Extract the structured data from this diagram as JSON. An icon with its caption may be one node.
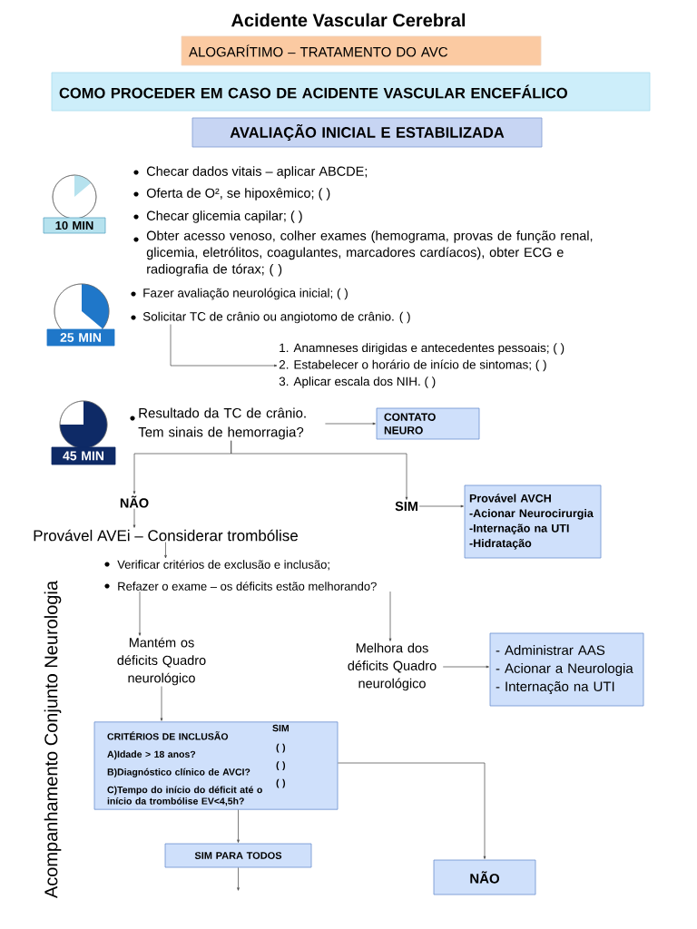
{
  "diagram": {
    "title": "Acidente Vascular Cerebral",
    "nodes": [
      {
        "text": [
          "ALOGARÍTIMO  – TRATAMENTO DO AVC"
        ]
      },
      {
        "text": [
          "COMO PROCEDER EM CASO DE ACIDENTE VASCULAR ENCEFÁLICO"
        ]
      },
      {
        "text": [
          "AVALIAÇÃO INICIAL E ESTABILIZADA"
        ]
      },
      {
        "text": [
          "10 MIN"
        ]
      },
      {
        "text": [
          "25 MIN"
        ]
      },
      {
        "text": [
          "45 MIN"
        ]
      },
      {
        "text": [
          "Solicitar TC de crânio ou angiotomo de crânio. (   )"
        ]
      },
      {
        "text": [
          "1. Anamneses dirigidas e antecedentes pessoais; (   )",
          "2. Estabelecer o horário de início de sintomas; (   )",
          "3. Aplicar escala dos NIH. (   )"
        ]
      },
      {
        "text": [
          "Resultado da TC de crânio. Tem sinais de hemorragia?"
        ]
      },
      {
        "text": [
          "CONTATO NEURO"
        ]
      },
      {
        "text": [
          "NÃO"
        ]
      },
      {
        "text": [
          "SIM"
        ]
      },
      {
        "text": [
          "Provável AVCH",
          "-Acionar Neurocirurgia",
          "-Internação na UTI",
          "-Hidratação"
        ]
      },
      {
        "text": [
          "Provável AVEi – Considerar trombólise"
        ]
      },
      {
        "text": [
          "Verificar critérios de exclusão e inclusão;",
          "Refazer o exame – os déficits estão melhorando?"
        ]
      },
      {
        "text": [
          "Mantém os déficits Quadro neurológico"
        ]
      },
      {
        "text": [
          "Melhora dos déficits Quadro neurológico"
        ]
      },
      {
        "text": [
          "- Administrar AAS",
          "- Acionar a Neurologia",
          "- Internação na UTI"
        ]
      },
      {
        "text": [
          "CRITÉRIOS DE INCLUSÃO",
          "SIM",
          "A)Idade > 18 anos?",
          "(  )",
          "B)Diagnóstico clínico de AVCI?",
          "(  )",
          "C)Tempo do início do déficit até o início da trombólise EV<4,5h?",
          "(  )"
        ]
      },
      {
        "text": [
          "SIM PARA TODOS"
        ]
      },
      {
        "text": [
          "NÃO"
        ]
      }
    ],
    "edges": [
      {
        "from": 6,
        "to": 7,
        "arrow": "to"
      },
      {
        "from": 8,
        "to": 9,
        "arrow": "to"
      },
      {
        "from": 8,
        "to": 10,
        "arrow": "to"
      },
      {
        "from": 8,
        "to": 11,
        "arrow": "to"
      },
      {
        "from": 11,
        "to": 12,
        "arrow": "to"
      },
      {
        "from": 10,
        "to": 13,
        "arrow": "to"
      },
      {
        "from": 13,
        "to": 14,
        "arrow": "to"
      },
      {
        "from": 14,
        "to": 15,
        "arrow": "to"
      },
      {
        "from": 14,
        "to": 16,
        "arrow": "to"
      },
      {
        "from": 16,
        "to": 17,
        "arrow": "to"
      },
      {
        "from": 15,
        "to": 18,
        "arrow": "to"
      },
      {
        "from": 18,
        "to": 19,
        "arrow": "to"
      },
      {
        "from": 18,
        "to": 20,
        "arrow": "to"
      },
      {
        "from": 19,
        "to": null,
        "arrow": "to"
      }
    ],
    "labels": [
      "Checar dados vitais – aplicar ABCDE;",
      "Oferta de O², se hipoxêmico; (   )",
      "Checar glicemia capilar; (   )",
      "Obter acesso venoso, colher exames (hemograma, provas de função renal, glicemia, eletrólitos, coagulantes, marcadores cardíacos), obter ECG e radiografia de tórax; (   )",
      "Fazer avaliação neurológica inicial; (   )",
      "Acompanhamento Conjunto Neurologia"
    ]
  }
}
